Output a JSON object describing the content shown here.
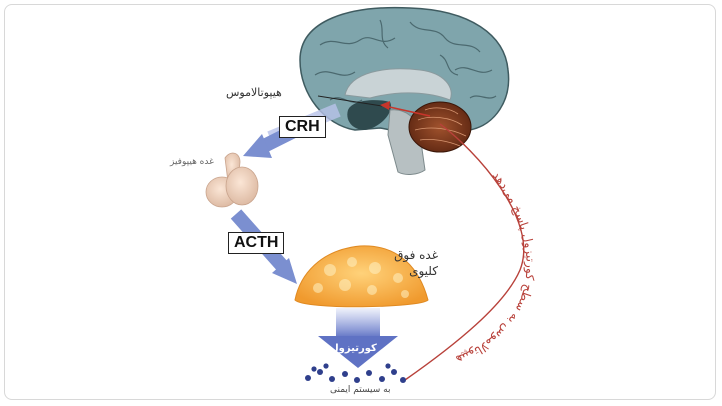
{
  "labels": {
    "hypothalamus": "هیپوتالاموس",
    "pituitary": "غده هیپوفیز",
    "adrenal_line1": "غده فوق",
    "adrenal_line2": "کلیوی",
    "cortisol": "کورتیزول",
    "immune": "به سیستم ایمنی",
    "feedback": "هیپوتالاموس به سطح کورتیزول پاسخ می‌دهد"
  },
  "hormones": {
    "crh": "CRH",
    "acth": "ACTH"
  },
  "colors": {
    "brain": "#7fa5ac",
    "arrow_blue": "#7b8fd0",
    "feedback_red": "#b8413a",
    "adrenal_orange": "#f3a73e",
    "cortisol_dots": "#2f3f8c"
  }
}
